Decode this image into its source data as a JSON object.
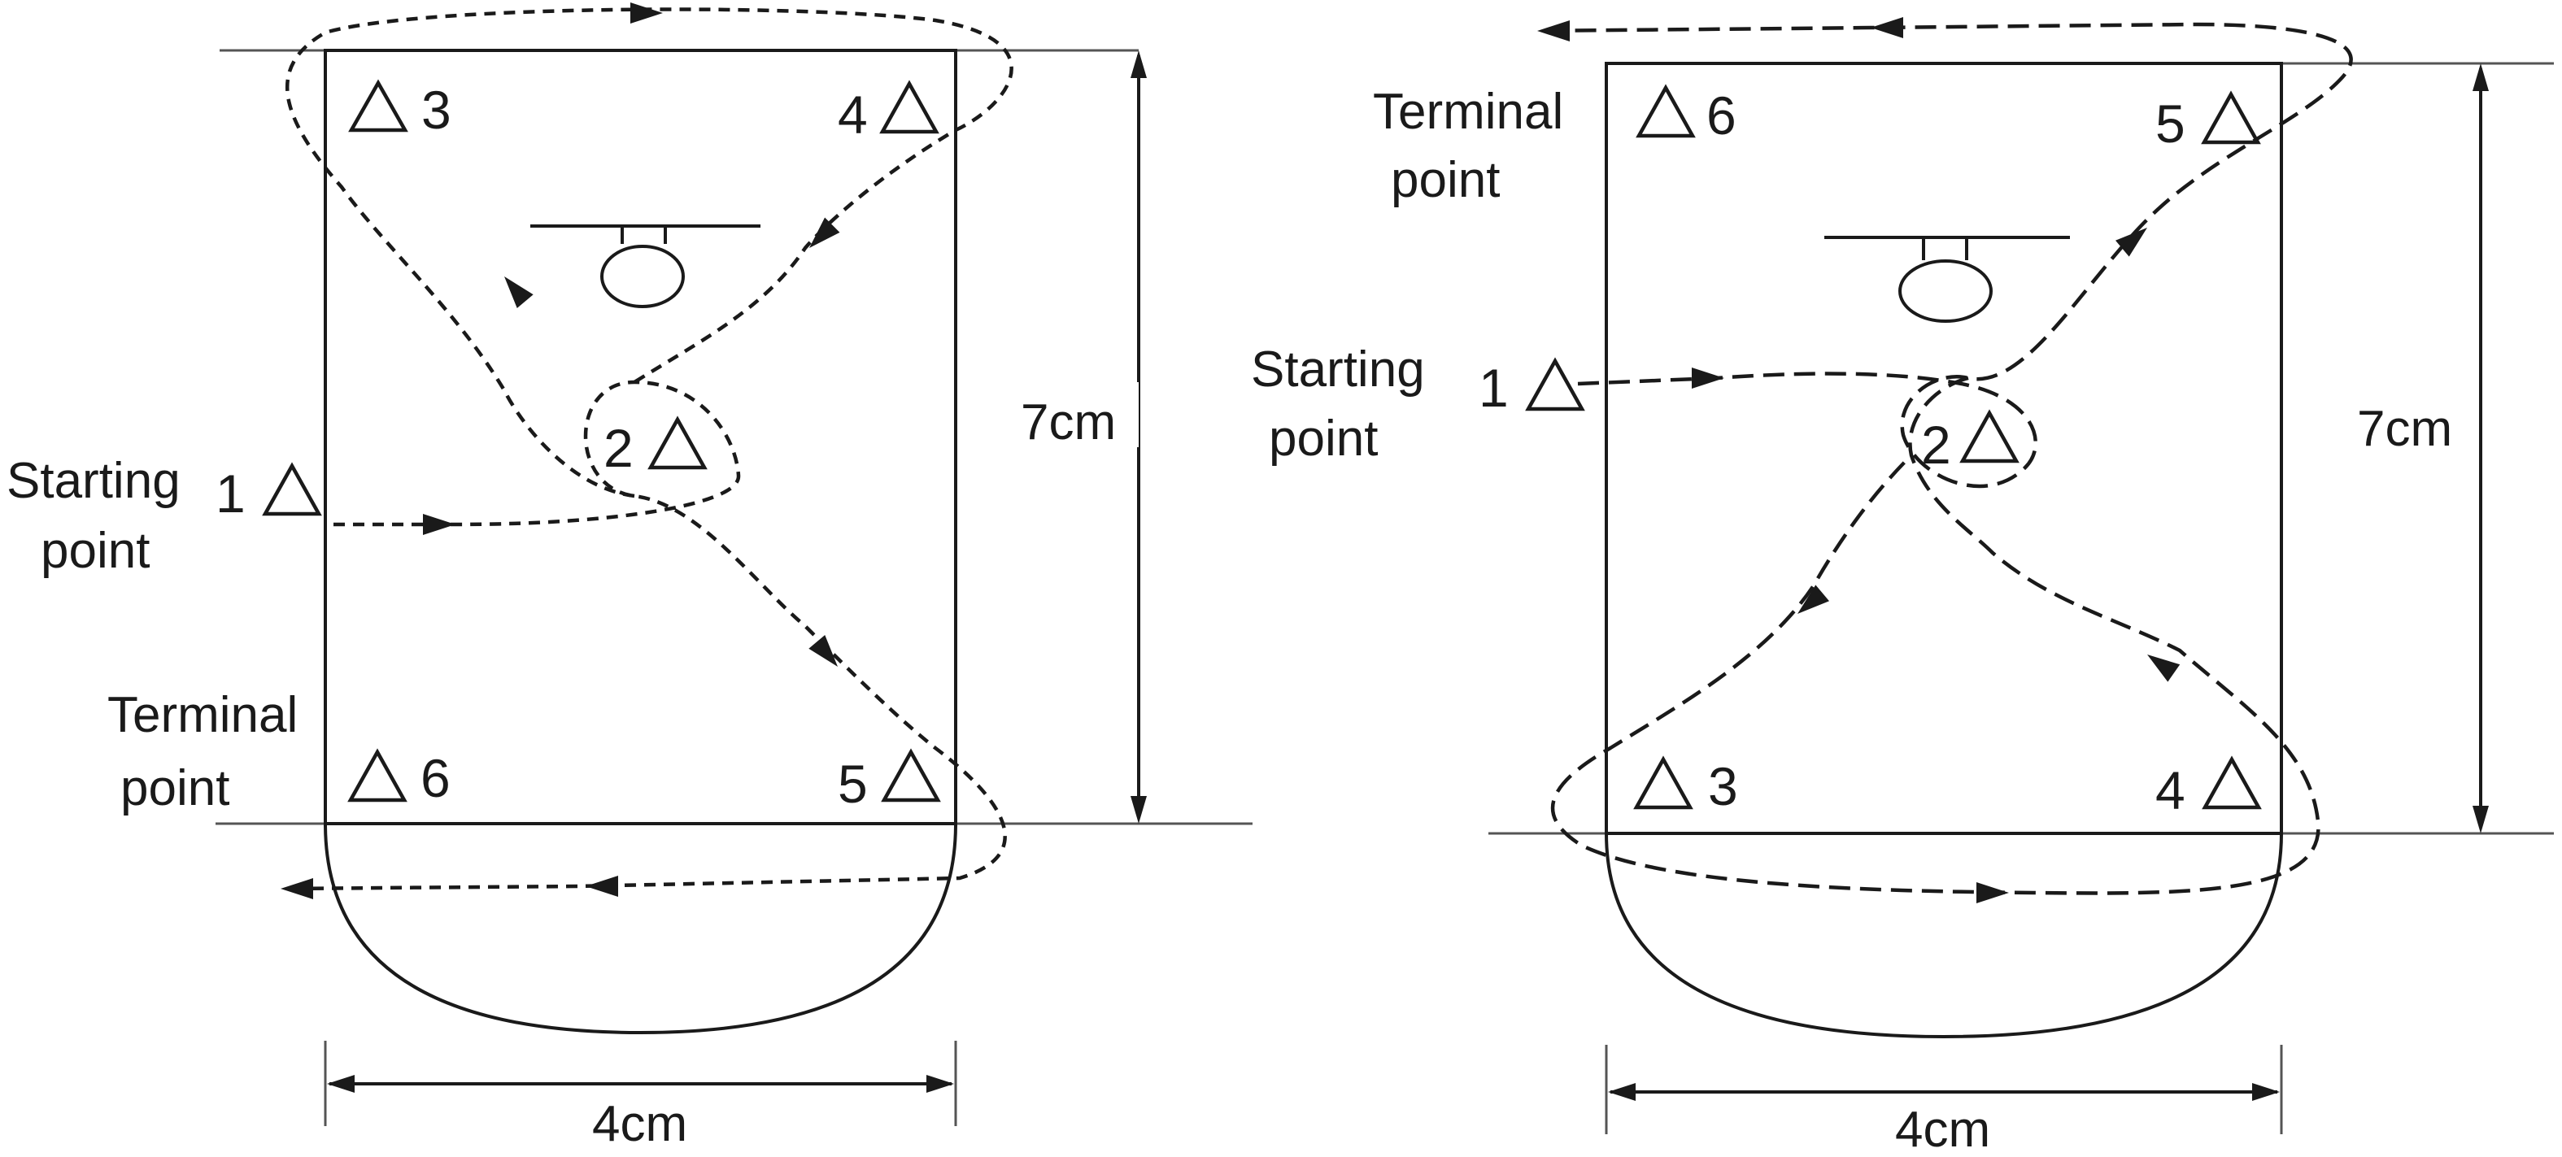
{
  "colors": {
    "ink": "#1a1a1a",
    "guide": "#555555",
    "background": "#ffffff"
  },
  "panel_left": {
    "dimension_height": "7cm",
    "dimension_width": "4cm",
    "start_label_line1": "Starting",
    "start_label_line2": "point",
    "terminal_label_line1": "Terminal",
    "terminal_label_line2": "point",
    "markers": [
      "1",
      "2",
      "3",
      "4",
      "5",
      "6"
    ]
  },
  "panel_right": {
    "dimension_height": "7cm",
    "dimension_width": "4cm",
    "start_label_line1": "Starting",
    "start_label_line2": "point",
    "terminal_label_line1": "Terminal",
    "terminal_label_line2": "point",
    "markers": [
      "1",
      "2",
      "3",
      "4",
      "5",
      "6"
    ]
  },
  "icons": {
    "marker": "triangle-cone-icon",
    "basket": "basket-hoop-icon",
    "arrow": "direction-arrow-icon"
  }
}
